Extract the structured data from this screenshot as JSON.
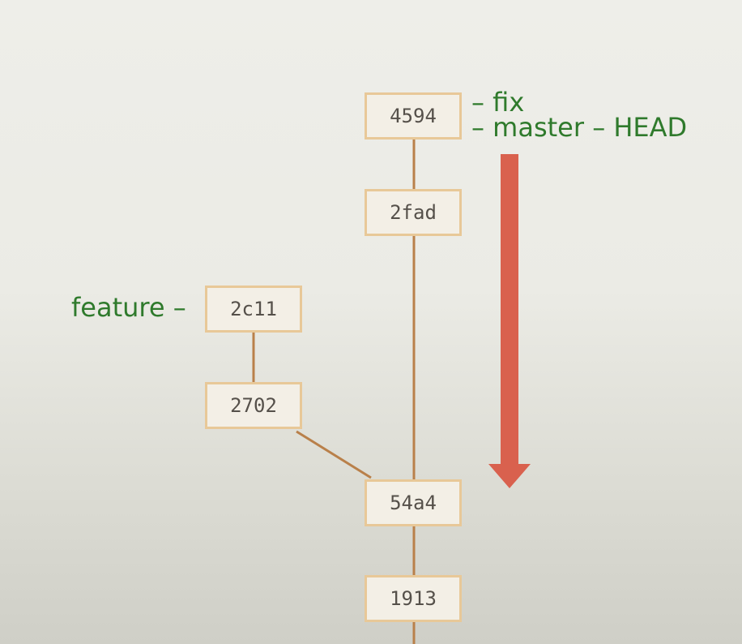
{
  "commits": [
    {
      "id": "4594"
    },
    {
      "id": "2fad"
    },
    {
      "id": "2c11"
    },
    {
      "id": "2702"
    },
    {
      "id": "54a4"
    },
    {
      "id": "1913"
    }
  ],
  "labels": {
    "fix": "– fix",
    "master_head": "– master – HEAD",
    "feature": "feature –"
  },
  "colors": {
    "branch_label": "#2f7a2c",
    "edge": "#b9804a",
    "commit_border": "#e8c898",
    "commit_fill": "#f3efe6",
    "arrow": "#d9614e"
  }
}
